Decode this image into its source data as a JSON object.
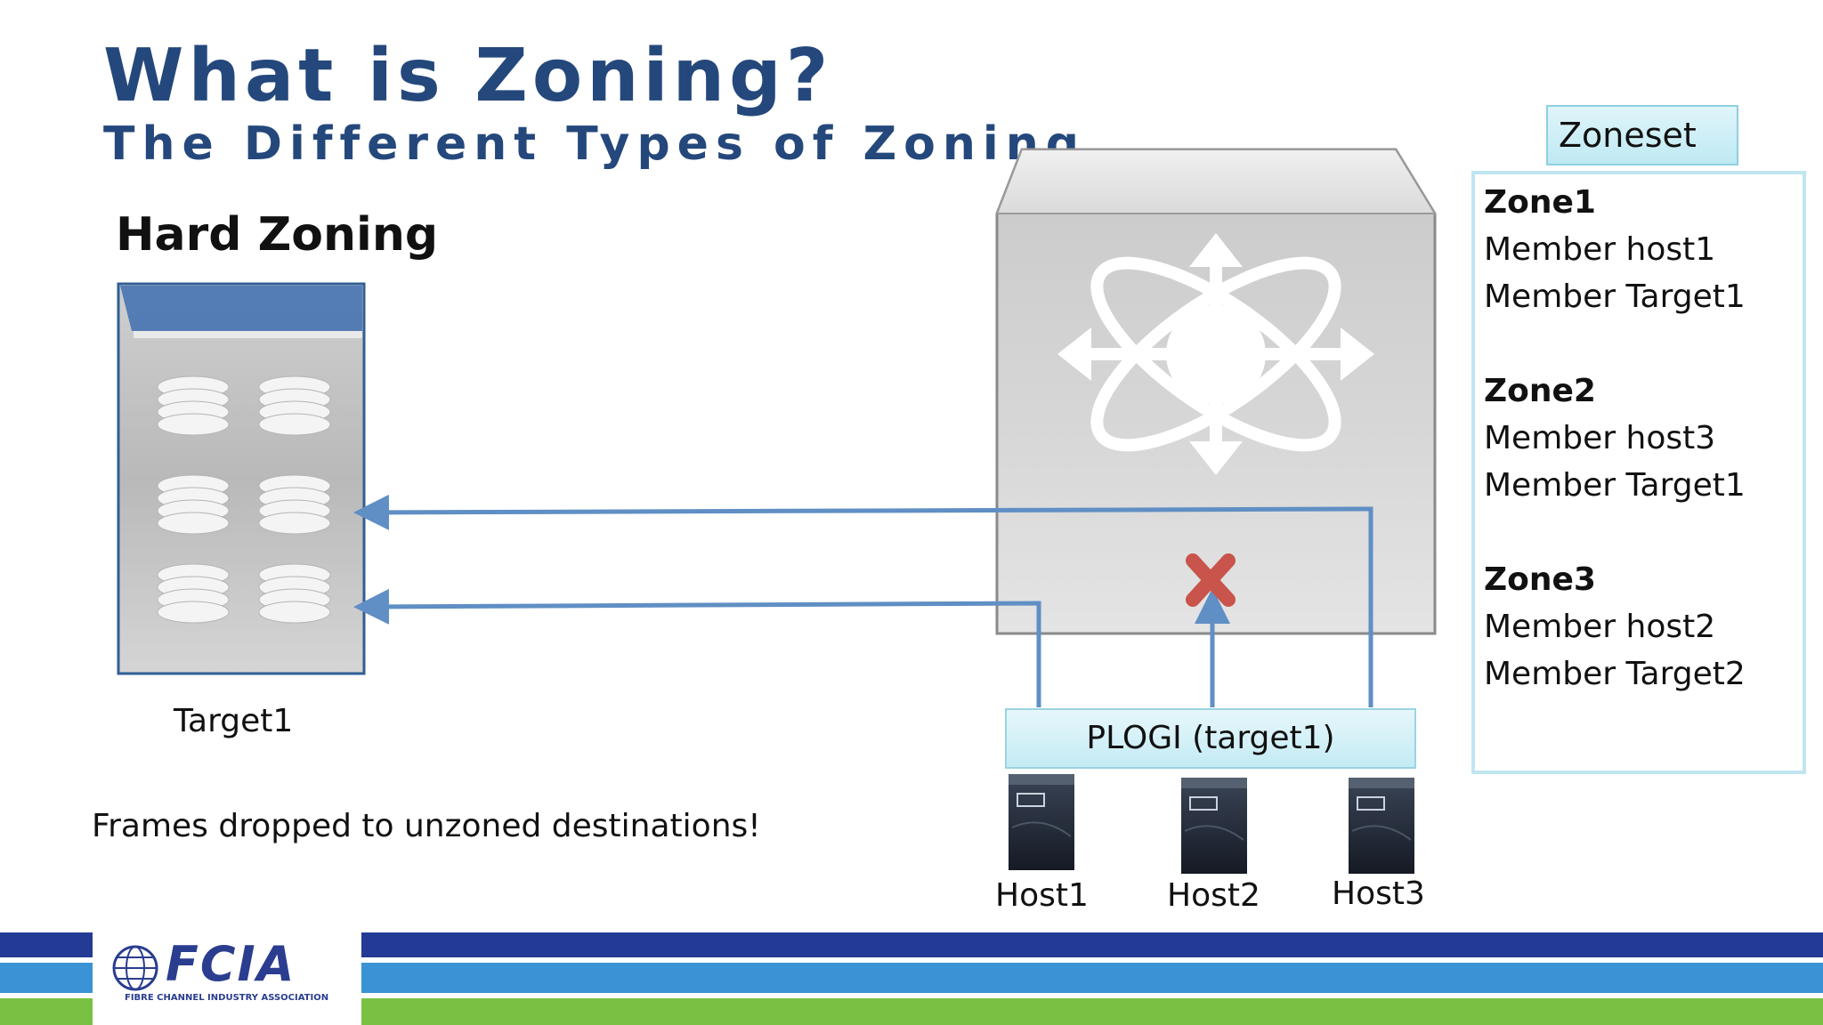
{
  "title": "What is Zoning?",
  "subtitle": "The Different Types of Zoning",
  "section_heading": "Hard Zoning",
  "target_label": "Target1",
  "caption": "Frames dropped to unzoned destinations!",
  "zoneset": {
    "tab_label": "Zoneset",
    "zones": [
      {
        "name": "Zone1",
        "members": [
          "Member host1",
          "Member Target1"
        ]
      },
      {
        "name": "Zone2",
        "members": [
          "Member host3",
          "Member Target1"
        ]
      },
      {
        "name": "Zone3",
        "members": [
          "Member host2",
          "Member Target2"
        ]
      }
    ]
  },
  "plogi_label": "PLOGI (target1)",
  "hosts": [
    "Host1",
    "Host2",
    "Host3"
  ],
  "logo": {
    "text": "FCIA",
    "tagline": "FIBRE CHANNEL INDUSTRY ASSOCIATION"
  },
  "colors": {
    "title": "#24487c",
    "arrow": "#5f8fc4",
    "drop_mark": "#c8544b",
    "band_dark": "#233b95",
    "band_mid": "#3a93d4",
    "band_green": "#7ac143"
  },
  "icons": [
    "storage-array-icon",
    "fabric-switch-icon",
    "dropped-frame-x-icon",
    "server-icon"
  ]
}
